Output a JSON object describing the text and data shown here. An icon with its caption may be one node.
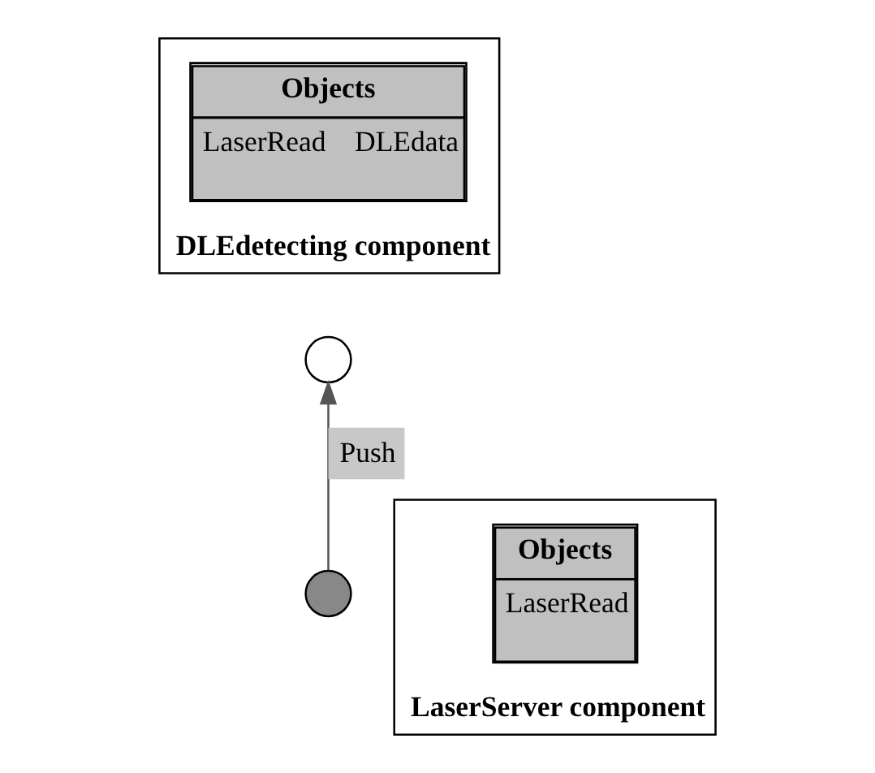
{
  "diagram": {
    "nodes": [
      {
        "text": [
          "DLEdetecting component"
        ]
      },
      {
        "text": [
          "Objects",
          "LaserRead",
          "DLEdata"
        ],
        "in": 0
      },
      {
        "text": [],
        "shape": "circle"
      },
      {
        "text": [
          "LaserServer component"
        ]
      },
      {
        "text": [
          "Objects",
          "LaserRead"
        ],
        "in": 3
      },
      {
        "text": [],
        "shape": "circle"
      }
    ],
    "edges": [
      {
        "from": 5,
        "to": 2,
        "arrow": "to",
        "label": "Push"
      }
    ]
  }
}
